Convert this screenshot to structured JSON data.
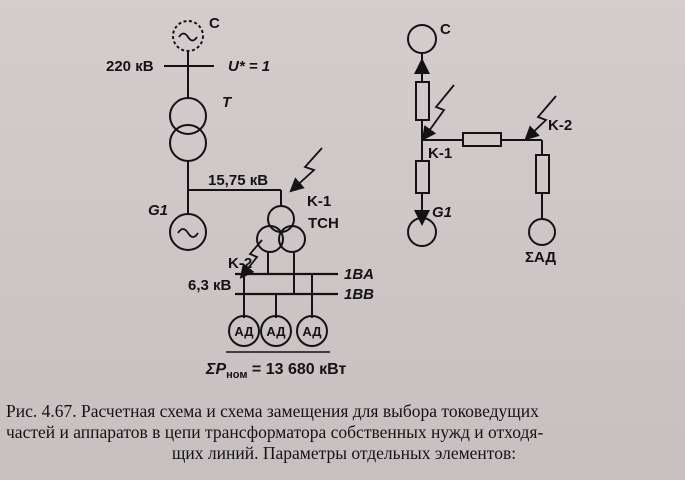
{
  "schematic": {
    "source_label": "C",
    "voltage_220": "220 кВ",
    "u_label": "U",
    "u_value_suffix": "* = 1",
    "transformer_label": "T",
    "voltage_1575": "15,75 кВ",
    "generator_label": "G1",
    "fault_k1": "K-1",
    "tsn_label": "ТСН",
    "fault_k2": "K-2",
    "voltage_63": "6,3 кВ",
    "bus_1ba": "1BA",
    "bus_1bb": "1BB",
    "motors": [
      "АД",
      "АД",
      "АД"
    ],
    "power_sum_symbol": "ΣP",
    "power_sub": "ном",
    "power_value": " = 13 680 кВт"
  },
  "equivalent": {
    "source_label": "C",
    "fault_k1": "K-1",
    "fault_k2": "K-2",
    "generator_label": "G1",
    "motors_label": "ΣАД"
  },
  "caption": {
    "line1": "Рис. 4.67. Расчетная схема и схема замещения для выбора токоведущих",
    "line2": "частей и аппаратов в цепи трансформатора собственных нужд и отходя-",
    "line3": "щих линий. Параметры отдельных элементов:"
  }
}
